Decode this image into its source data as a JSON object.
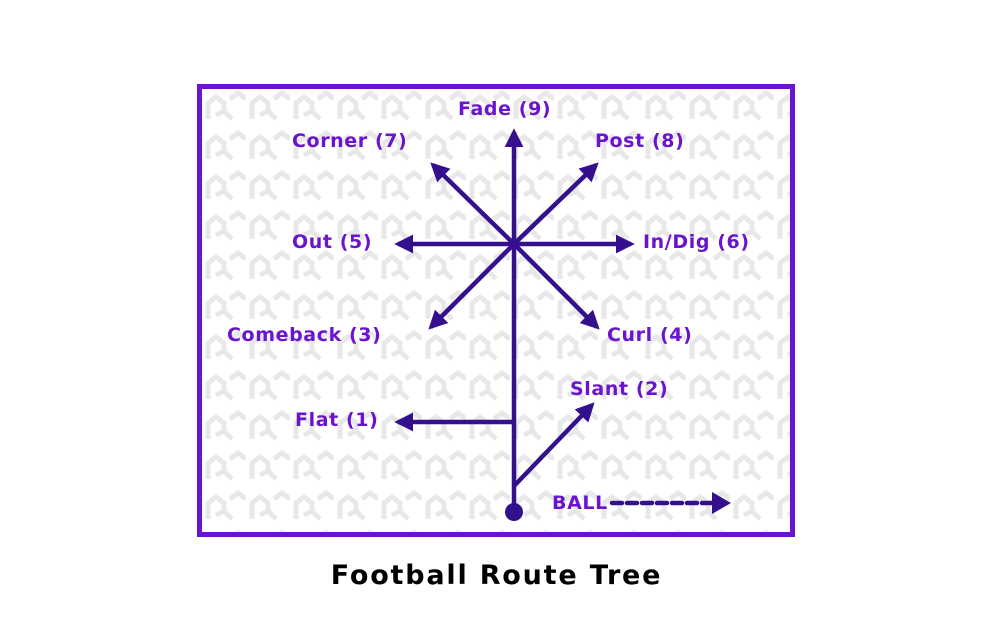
{
  "title": "Football Route Tree",
  "colors": {
    "frame": "#6a14d0",
    "label": "#6a14d0",
    "route": "#35108c",
    "pattern": "#e6e6e6",
    "title": "#000000"
  },
  "routes": [
    {
      "number": 1,
      "name": "Flat",
      "label": "Flat (1)",
      "direction": "left"
    },
    {
      "number": 2,
      "name": "Slant",
      "label": "Slant (2)",
      "direction": "up-right"
    },
    {
      "number": 3,
      "name": "Comeback",
      "label": "Comeback (3)",
      "direction": "down-left"
    },
    {
      "number": 4,
      "name": "Curl",
      "label": "Curl (4)",
      "direction": "down-right"
    },
    {
      "number": 5,
      "name": "Out",
      "label": "Out (5)",
      "direction": "left"
    },
    {
      "number": 6,
      "name": "In/Dig",
      "label": "In/Dig (6)",
      "direction": "right"
    },
    {
      "number": 7,
      "name": "Corner",
      "label": "Corner (7)",
      "direction": "up-left"
    },
    {
      "number": 8,
      "name": "Post",
      "label": "Post (8)",
      "direction": "up-right"
    },
    {
      "number": 9,
      "name": "Fade",
      "label": "Fade (9)",
      "direction": "up"
    }
  ],
  "ball": {
    "label": "BALL",
    "direction": "right",
    "line_style": "dashed"
  }
}
